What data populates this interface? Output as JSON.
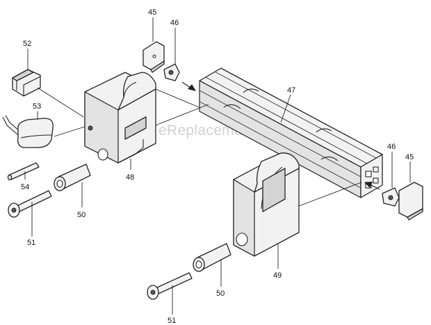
{
  "watermark": "eReplacementParts.com",
  "callouts": {
    "c45a": "45",
    "c46a": "46",
    "c52": "52",
    "c47": "47",
    "c53": "53",
    "c46b": "46",
    "c45b": "45",
    "c54": "54",
    "c48": "48",
    "c50a": "50",
    "c51a": "51",
    "c49": "49",
    "c50b": "50",
    "c51b": "51"
  }
}
